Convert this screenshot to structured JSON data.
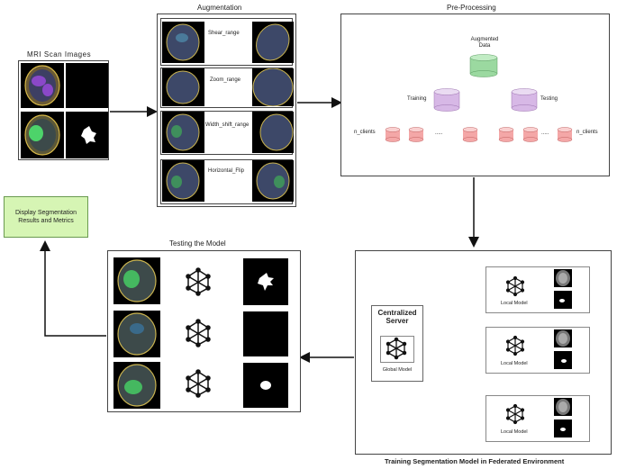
{
  "mri": {
    "title": "MRI Scan Images"
  },
  "augmentation": {
    "title": "Augmentation",
    "ops": [
      "Shear_range",
      "Zoom_range",
      "Width_shift_range",
      "Horizontal_Flip"
    ]
  },
  "preprocessing": {
    "title": "Pre-Processing",
    "augmented_data": "Augmented Data",
    "training": "Training",
    "testing": "Testing",
    "n_clients_left": "n_clients",
    "n_clients_right": "n_clients",
    "ellipsis": "....."
  },
  "display": {
    "label": "Display Segmentation Results and Metrics"
  },
  "testing": {
    "title": "Testing the Model"
  },
  "federated": {
    "title": "Training Segmentation Model in Federated Environment",
    "server_label": "Centralized Server",
    "global_model": "Global Model",
    "local_models": [
      "Local Model",
      "Local Model",
      "Local Model"
    ]
  },
  "colors": {
    "cylinder_green": "#9bd9a0",
    "cylinder_purple": "#d7b8e6",
    "cylinder_red": "#f4a7a7",
    "display_box": "#d6f5b4",
    "arrow_red": "#e02020",
    "arrow_blue": "#2a6fd6"
  }
}
